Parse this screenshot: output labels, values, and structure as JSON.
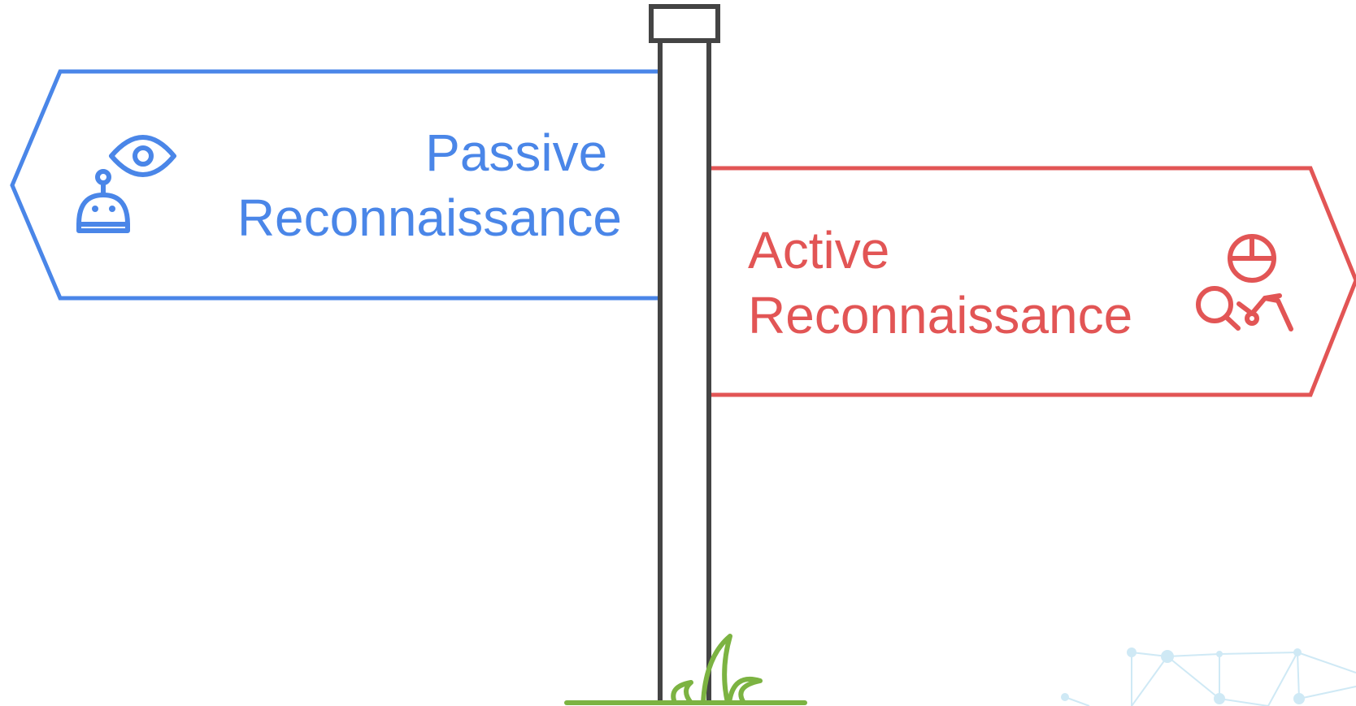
{
  "signs": [
    {
      "direction": "left",
      "line1": "Passive",
      "line2": "Reconnaissance",
      "color": "#4A86E8",
      "icon": "robot-with-eye-icon"
    },
    {
      "direction": "right",
      "line1": "Active",
      "line2": "Reconnaissance",
      "color": "#E25555",
      "icon": "user-with-magnifier-icon"
    }
  ],
  "colors": {
    "post": "#444444",
    "grass": "#7CB342",
    "network_decoration": "#CFE9F5"
  }
}
